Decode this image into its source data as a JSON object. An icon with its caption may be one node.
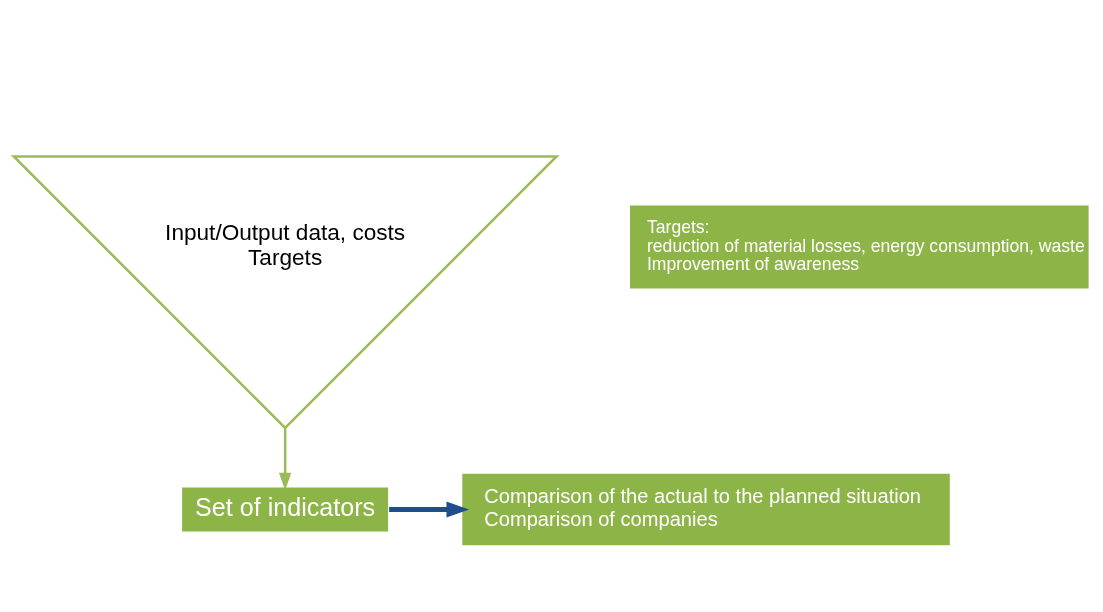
{
  "diagram": {
    "nodes": [
      {
        "text": [
          "Input/Output data, costs",
          "Targets"
        ]
      },
      {
        "text": [
          "Targets:",
          "reduction of material losses, energy consumption, waste",
          "Improvement of awareness"
        ]
      },
      {
        "text": [
          "Set of indicators"
        ]
      },
      {
        "text": [
          "Comparison of the actual to the planned situation",
          "Comparison of companies"
        ]
      }
    ],
    "edges": [
      {
        "from": 0,
        "to": 2,
        "arrow": "to"
      },
      {
        "from": 2,
        "to": 3,
        "arrow": "to",
        "style": "thick",
        "color": "#1f4e8c"
      }
    ]
  }
}
